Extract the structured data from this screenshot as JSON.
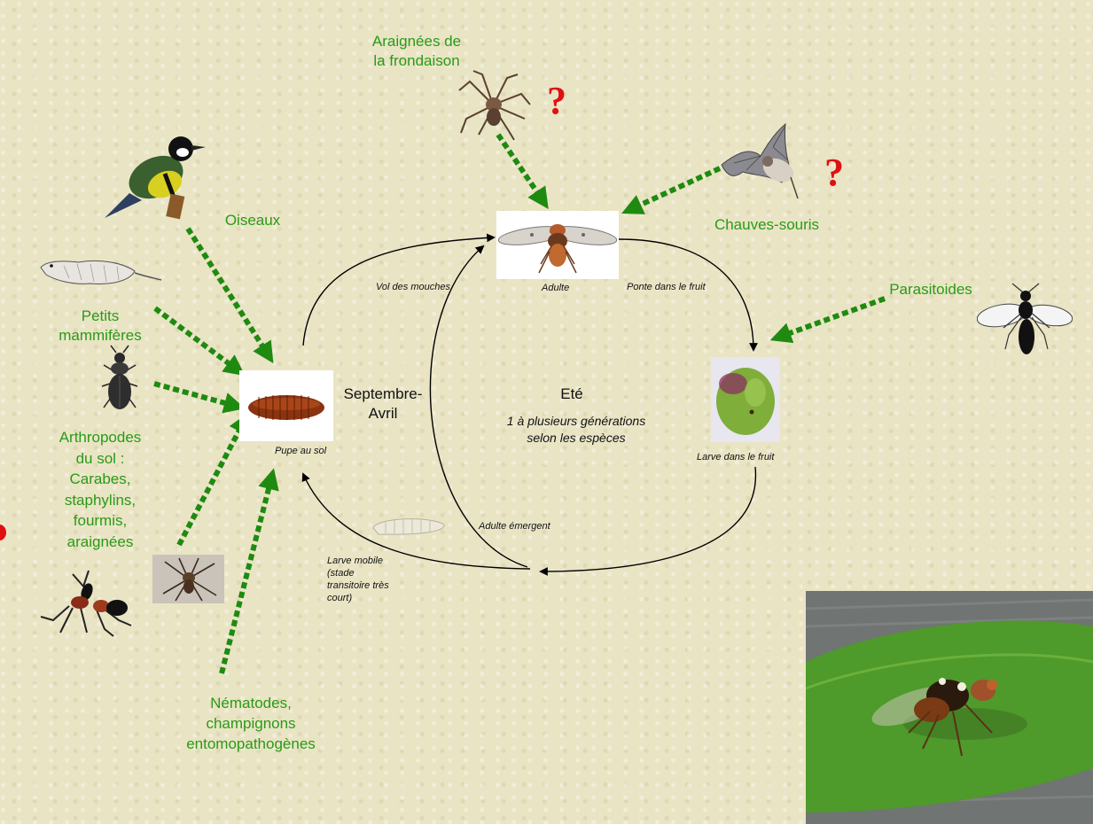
{
  "predators": {
    "araignees_frondaison": [
      "Araignées de",
      "la frondaison"
    ],
    "oiseaux": "Oiseaux",
    "chauves_souris": "Chauves-souris",
    "parasitoides": "Parasitoides",
    "petits_mammiferes": [
      "Petits",
      "mammifères"
    ],
    "arthropodes": [
      "Arthropodes",
      "du sol :",
      "Carabes,",
      "staphylins,",
      "fourmis,",
      "araignées"
    ],
    "nematodes": [
      "Nématodes,",
      "champignons",
      "entomopathogènes"
    ]
  },
  "question_mark": "?",
  "stages": {
    "adulte": "Adulte",
    "pupe": "Pupe au sol",
    "larve_fruit": "Larve dans le fruit"
  },
  "transitions": {
    "vol": "Vol des mouches",
    "ponte": "Ponte dans le fruit",
    "adulte_emergent": "Adulte émergent",
    "larve_mobile": [
      "Larve mobile",
      "(stade",
      "transitoire très",
      "court)"
    ]
  },
  "seasons": {
    "winter": [
      "Septembre-",
      "Avril"
    ],
    "summer_title": "Eté",
    "summer_desc": [
      "1 à plusieurs générations",
      "selon les espèces"
    ]
  },
  "colors": {
    "predator_text": "#2a9a16",
    "arrow_dotted": "#1f8a10",
    "question": "#e01010"
  }
}
